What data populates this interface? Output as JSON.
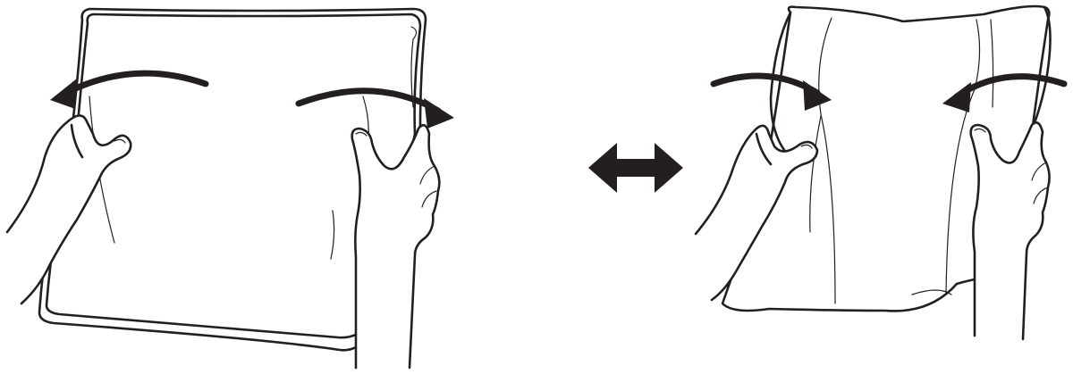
{
  "colors": {
    "ink": "#231f20",
    "paper": "#ffffff"
  },
  "panels": [
    {
      "id": "left",
      "icon": "hands-fluffing-stretched-paper-icon",
      "action": "outward-bend-arrows"
    },
    {
      "id": "right",
      "icon": "hands-fluffing-bent-paper-icon",
      "action": "inward-bend-arrows"
    }
  ],
  "connector": {
    "icon": "double-headed-arrow-icon"
  }
}
